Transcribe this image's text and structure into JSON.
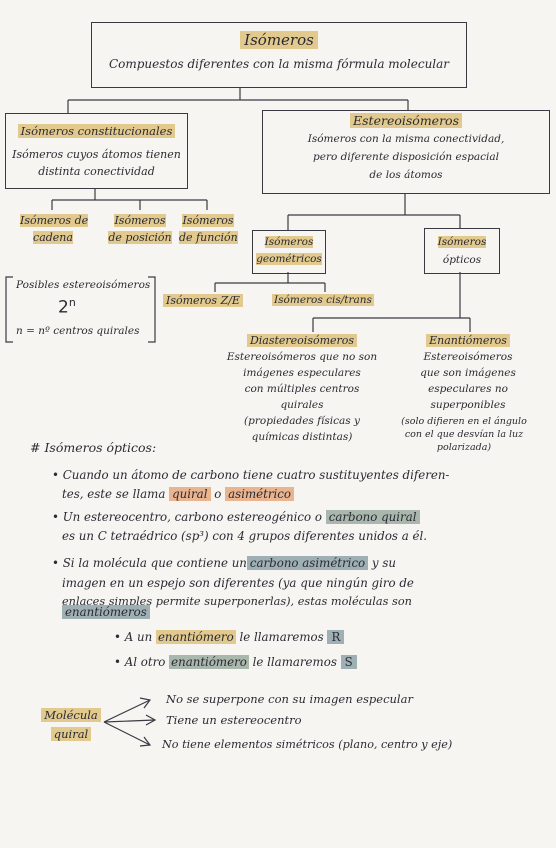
{
  "tree": {
    "root": {
      "title": "Isómeros",
      "desc": "Compuestos diferentes con la misma fórmula molecular"
    },
    "constitucionales": {
      "title": "Isómeros constitucionales",
      "desc_1": "Isómeros cuyos átomos tienen",
      "desc_2": "distinta conectividad",
      "children": [
        "Isómeros de",
        "cadena",
        "Isómeros",
        "de posición",
        "Isómeros",
        "de función"
      ]
    },
    "estereo": {
      "title": "Estereoisómeros",
      "desc_1": "Isómeros con la misma conectividad,",
      "desc_2": "pero diferente disposición espacial",
      "desc_3": "de los átomos"
    },
    "geometricos": {
      "title_1": "Isómeros",
      "title_2": "geométricos",
      "z_e": "Isómeros Z/E",
      "cis_trans": "Isómeros cis/trans"
    },
    "opticos": {
      "title_1": "Isómeros",
      "title_2": "ópticos"
    },
    "formula_box": {
      "line1": "Posibles estereoisómeros",
      "formula": "2",
      "exponent": "n",
      "line3": "n = nº centros quirales"
    },
    "diastereo": {
      "title": "Diastereoisómeros",
      "lines": [
        "Estereoisómeros que no son",
        "imágenes especulares",
        "con múltiples centros",
        "quirales",
        "(propiedades físicas y",
        "químicas distintas)"
      ]
    },
    "enantio": {
      "title": "Enantiómeros",
      "lines": [
        "Estereoisómeros",
        "que son imágenes",
        "especulares no",
        "superponibles"
      ],
      "note": [
        "(solo difieren en el ángulo",
        "con el que desvían la luz",
        "polarizada)"
      ]
    }
  },
  "notes": {
    "heading_mark": "#",
    "heading": "Isómeros ópticos:",
    "p1_pre": "Cuando un átomo de carbono tiene cuatro sustituyentes diferen-",
    "p1_line2_pre": "tes, este se llama",
    "p1_quiral": "quiral",
    "p1_o": "o",
    "p1_asim": "asimétrico",
    "p2_line1_pre": "Un estereocentro, carbono estereogénico o",
    "p2_cq": "carbono quiral",
    "p2_line2": "es un C tetraédrico (sp³) con 4 grupos diferentes unidos a él.",
    "p3_line1_pre": "Si la molécula que contiene un",
    "p3_ca": "carbono asimétrico",
    "p3_line1_post": "y su",
    "p3_line2": "imagen en un espejo son diferentes (ya que ningún giro de",
    "p3_line3": "enlaces simples permite superponerlas), estas moléculas son",
    "p3_enant": "enantiómeros",
    "sub1_pre": "A un",
    "sub1_en": "enantiómero",
    "sub1_post": "le llamaremos",
    "sub1_letter": "R",
    "sub2_pre": "Al otro",
    "sub2_en": "enantiómero",
    "sub2_post": "le llamaremos",
    "sub2_letter": "S"
  },
  "quiral_block": {
    "label_1": "Molécula",
    "label_2": "quiral",
    "items": [
      "No se superpone con su imagen especular",
      "Tiene un estereocentro",
      "No tiene elementos simétricos (plano, centro y eje)"
    ]
  }
}
